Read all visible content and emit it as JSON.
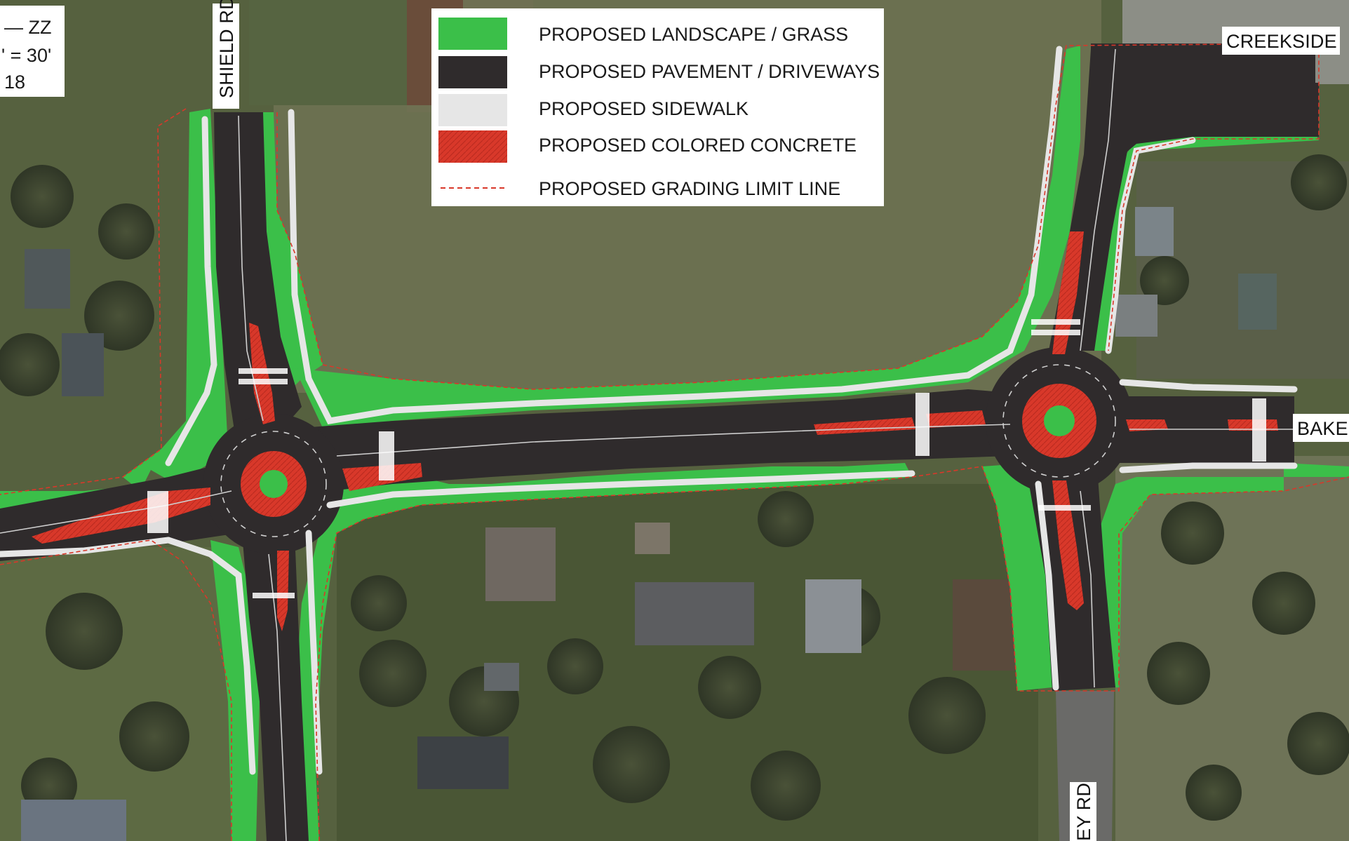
{
  "legend": {
    "items": [
      {
        "label": "PROPOSED LANDSCAPE / GRASS",
        "color": "#3bbf49",
        "kind": "grass"
      },
      {
        "label": "PROPOSED PAVEMENT / DRIVEWAYS",
        "color": "#2f2b2c",
        "kind": "pavement"
      },
      {
        "label": "PROPOSED SIDEWALK",
        "color": "#e8e8e8",
        "kind": "sidewalk"
      },
      {
        "label": "PROPOSED COLORED CONCRETE",
        "color": "#d8382a",
        "kind": "colored-concrete"
      },
      {
        "label": "PROPOSED GRADING LIMIT LINE",
        "color": "#d8382a",
        "kind": "grading-line"
      }
    ]
  },
  "scale_box": {
    "line1": "— ZZ",
    "line2": "' = 30'",
    "line3": "18"
  },
  "labels": {
    "shield_rd": "SHIELD RD",
    "creekside": "CREEKSIDE",
    "baker": "BAKER",
    "ey_rd": "EY RD"
  },
  "colors": {
    "grass": "#3bbf49",
    "pavement": "#2f2b2c",
    "sidewalk": "#e6e6e6",
    "colored_concrete": "#d8382a",
    "grading_line": "#d8382a",
    "aerial_field": "#5f6a45",
    "aerial_dark": "#3f4a32"
  }
}
